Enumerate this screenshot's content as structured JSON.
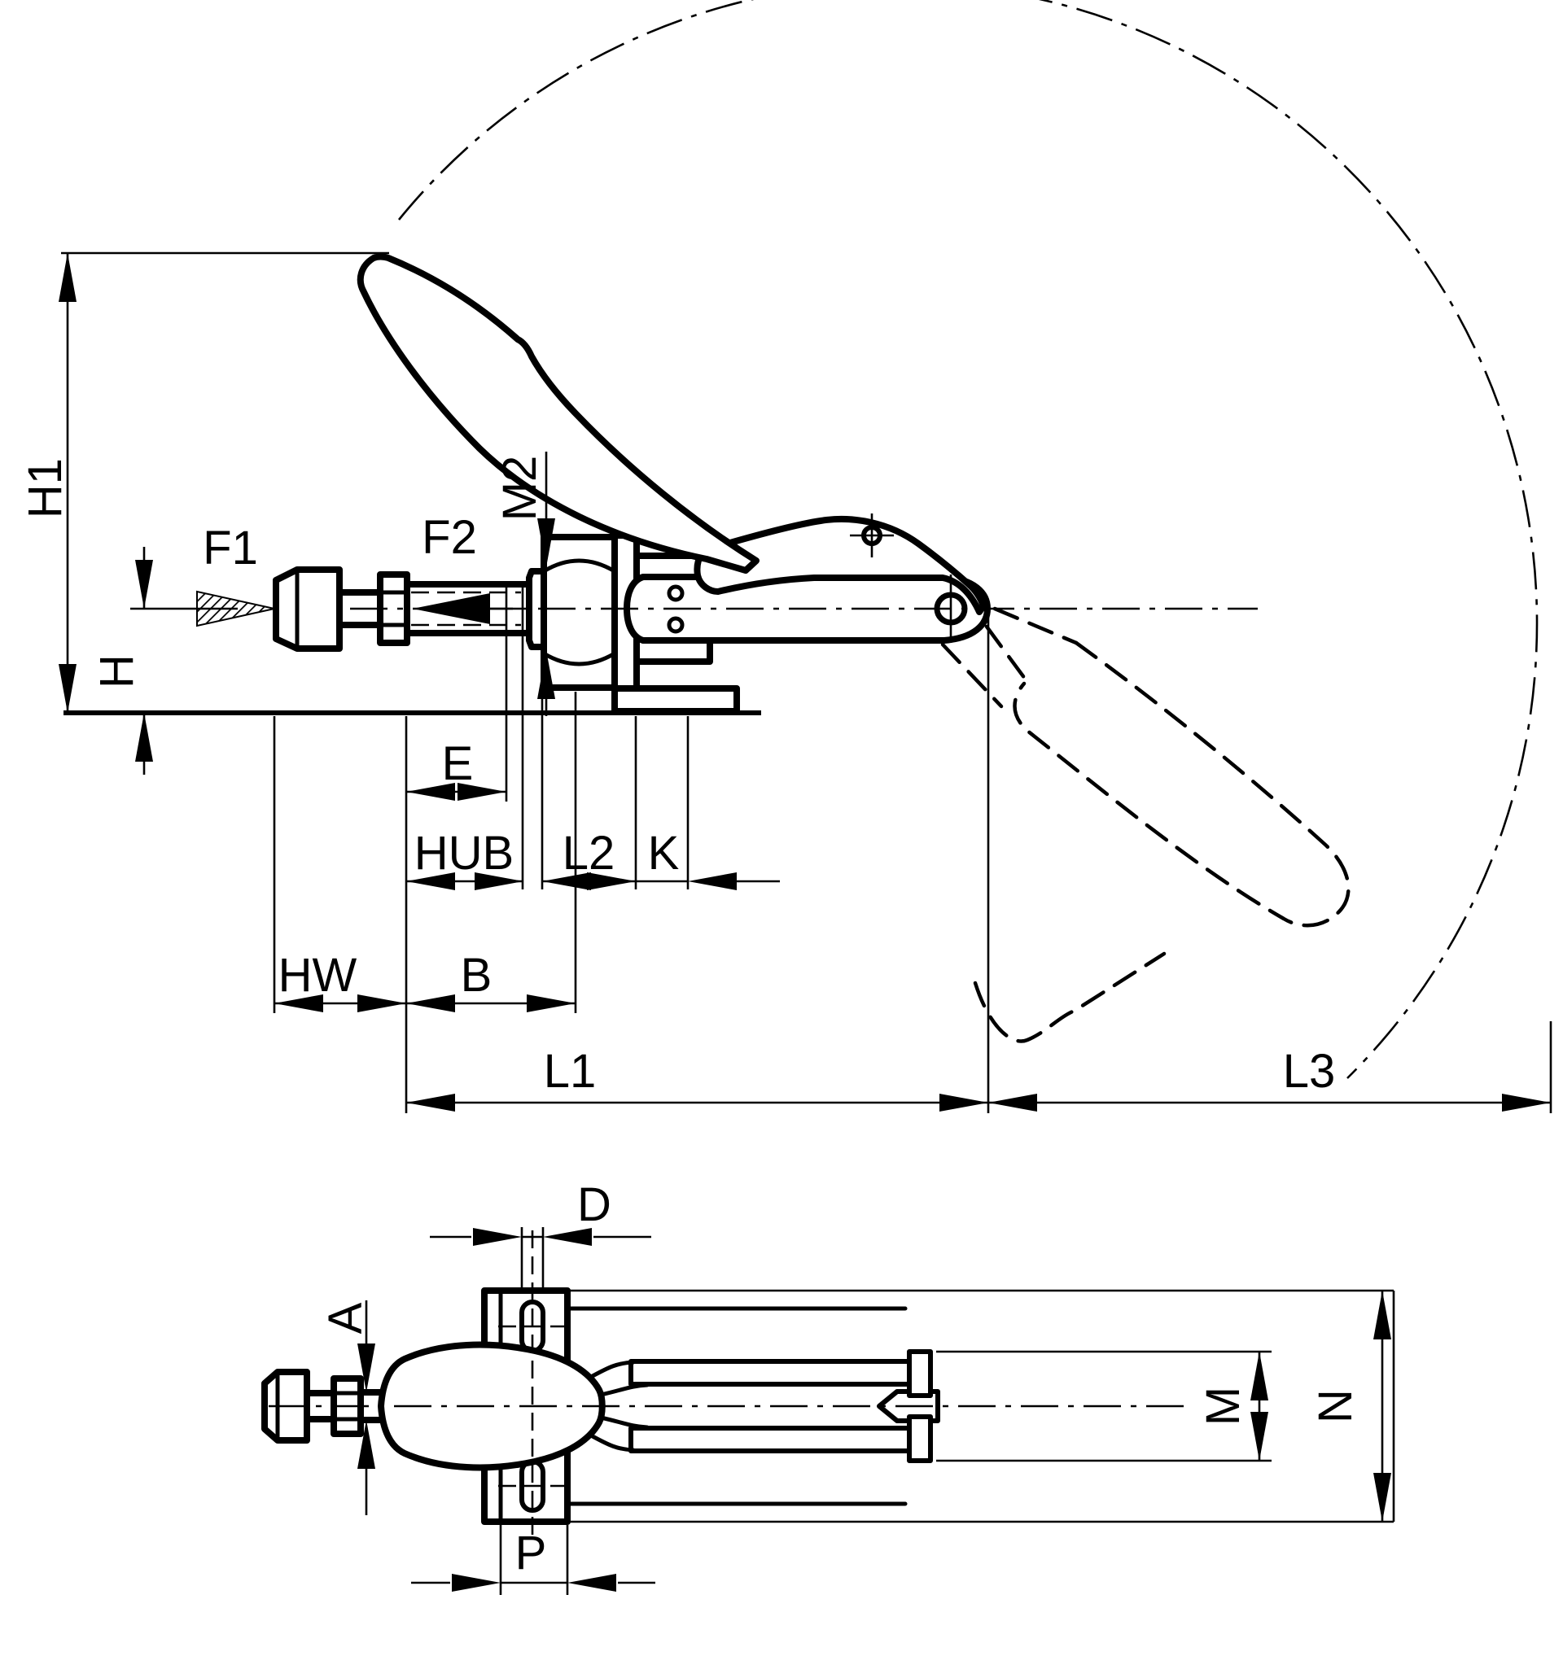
{
  "meta": {
    "type": "technical-drawing",
    "description": "Dimensional line drawing of a push-pull toggle clamp shown in side view with handle swing arc and in plan view"
  },
  "colors": {
    "line": "#000000",
    "background": "#ffffff"
  },
  "front_view": {
    "labels": {
      "h1": "H1",
      "h": "H",
      "f1": "F1",
      "f2": "F2",
      "m2": "M2",
      "e": "E",
      "hub": "HUB",
      "l2": "L2",
      "k": "K",
      "hw": "HW",
      "b": "B",
      "l1": "L1",
      "l3": "L3"
    }
  },
  "plan_view": {
    "labels": {
      "d": "D",
      "a": "A",
      "m": "M",
      "n": "N",
      "p": "P"
    }
  }
}
